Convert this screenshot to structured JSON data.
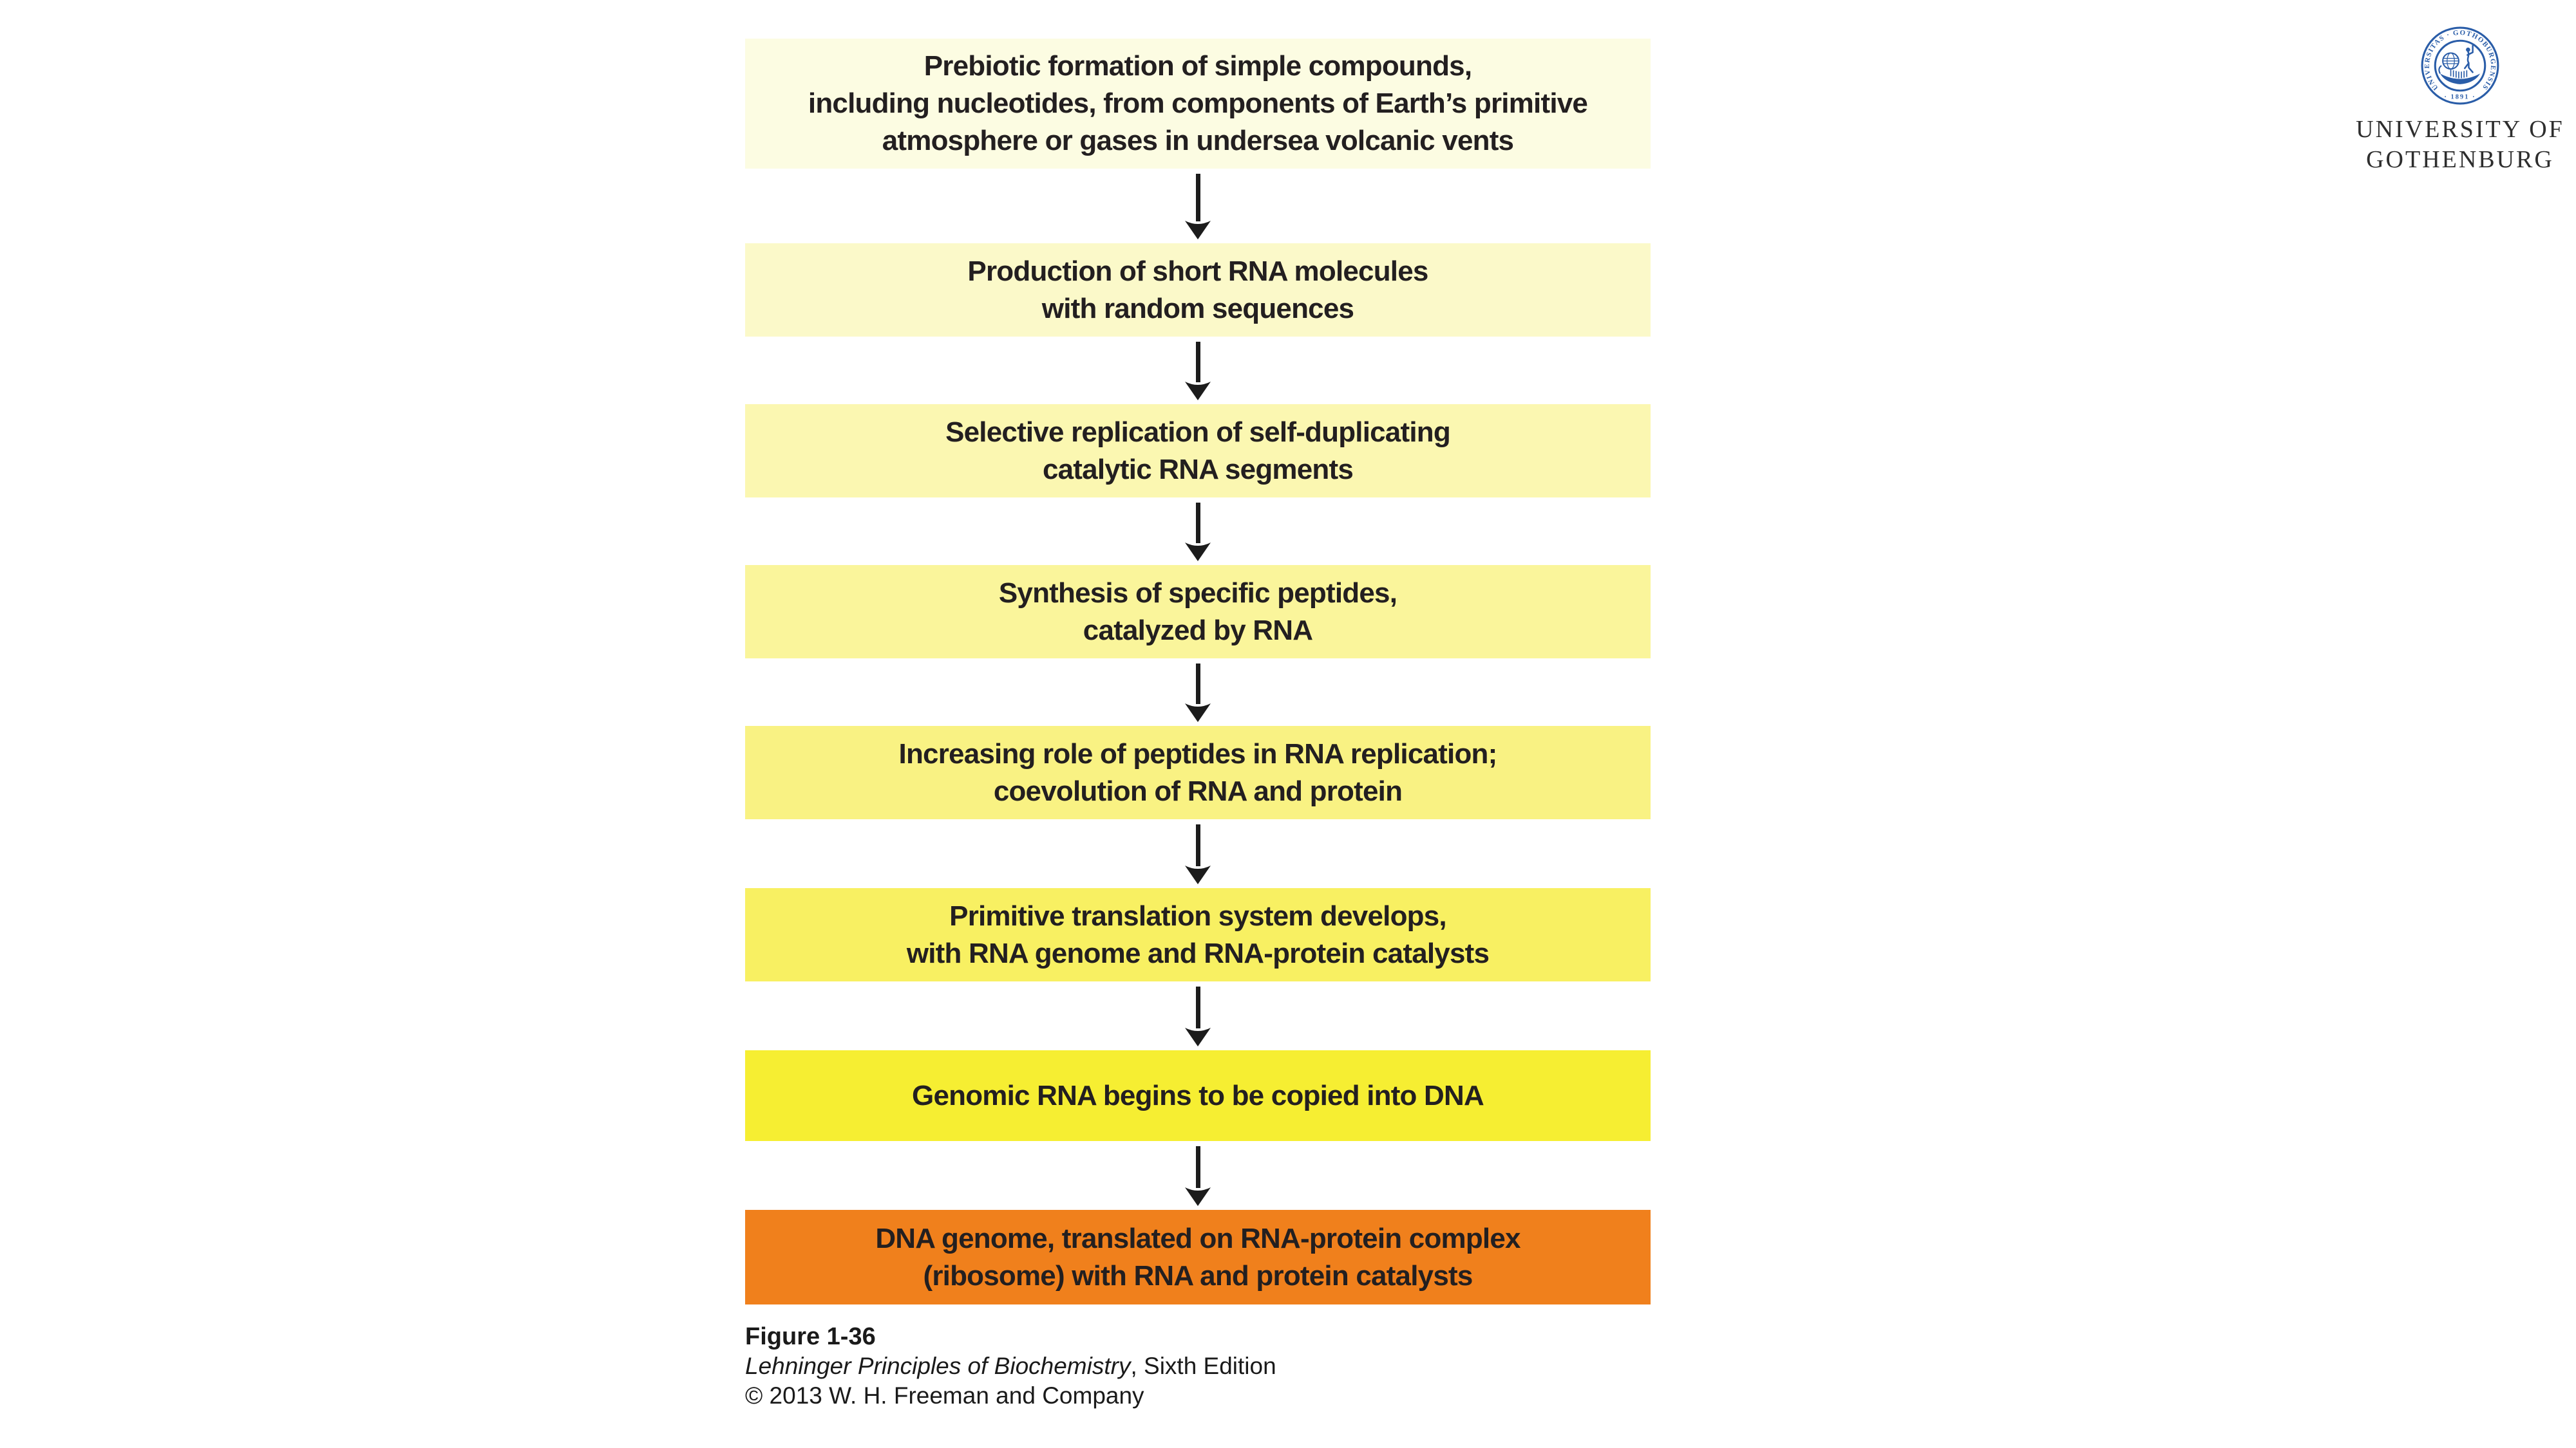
{
  "page": {
    "background": "#FFFFFF"
  },
  "flowchart": {
    "text_color": "#231F20",
    "arrow_color": "#1C1C1C",
    "boxes": [
      {
        "text": "Prebiotic formation of simple compounds,\nincluding nucleotides, from components of Earth’s primitive\natmosphere or gases in undersea volcanic vents",
        "color": "#FCFCE2"
      },
      {
        "text": "Production of short RNA molecules\nwith random sequences",
        "color": "#FBF9C9"
      },
      {
        "text": "Selective replication of self-duplicating\ncatalytic RNA segments",
        "color": "#FBF7B1"
      },
      {
        "text": "Synthesis of specific peptides,\ncatalyzed by RNA",
        "color": "#FAF59B"
      },
      {
        "text": "Increasing role of peptides in RNA replication;\ncoevolution of RNA and protein",
        "color": "#F9F283"
      },
      {
        "text": "Primitive translation system develops,\nwith RNA genome and RNA-protein catalysts",
        "color": "#F8F062"
      },
      {
        "text": "Genomic RNA begins to be copied into DNA",
        "color": "#F6EE32"
      },
      {
        "text": "DNA genome, translated on RNA-protein complex\n(ribosome) with RNA and protein catalysts",
        "color": "#F0801C"
      }
    ]
  },
  "caption": {
    "figure_label": "Figure 1-36",
    "book_title": "Lehninger Principles of Biochemistry",
    "edition": ", Sixth Edition",
    "copyright": "© 2013 W. H. Freeman and Company"
  },
  "logo": {
    "ring_text": "UNIVERSITAS · GOTHOBURGENSIS",
    "year": "· 1891 ·",
    "name_line1": "UNIVERSITY OF",
    "name_line2": "GOTHENBURG",
    "seal_color": "#2A5DA8",
    "name_color": "#2E2E2E"
  }
}
